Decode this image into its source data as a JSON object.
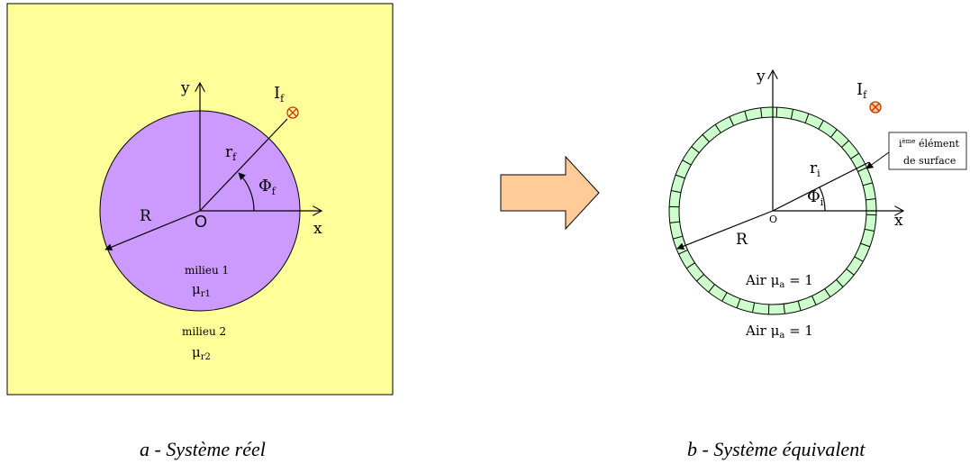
{
  "left": {
    "axis_y": "y",
    "axis_x": "x",
    "origin": "O",
    "radius": "R",
    "current_symbol": "I",
    "current_sub": "f",
    "pos_vec": "r",
    "pos_vec_sub": "f",
    "angle": "Φ",
    "angle_sub": "f",
    "medium1_name": "milieu 1",
    "medium1_mu": "μ",
    "medium1_mu_sub": "r1",
    "medium2_name": "milieu 2",
    "medium2_mu": "μ",
    "medium2_mu_sub": "r2",
    "caption": "a - Système réel"
  },
  "right": {
    "axis_y": "y",
    "axis_x": "x",
    "origin": "O",
    "radius": "R",
    "current_symbol": "I",
    "current_sub": "f",
    "pos_vec": "r",
    "pos_vec_sub": "i",
    "angle": "Φ",
    "angle_sub": "i",
    "element_sup_i": "i",
    "element_sup": "ème",
    "element_line1": " élément",
    "element_line2": "de surface",
    "inner_air_pre": "Air μ",
    "inner_air_sub": "a",
    "inner_air_post": " = 1",
    "outer_air_pre": "Air μ",
    "outer_air_sub": "a",
    "outer_air_post": " = 1",
    "caption": "b - Système équivalent"
  },
  "colors": {
    "left_background": "#ffff99",
    "medium1_fill": "#cc99ff",
    "shell_fill": "#ccffcc",
    "arrow_fill": "#ffcc99",
    "current_marker": "#cc3300",
    "stroke": "#000000"
  },
  "icons": {
    "current_marker": "circled-x-icon",
    "transform_arrow": "block-arrow-right-icon"
  }
}
